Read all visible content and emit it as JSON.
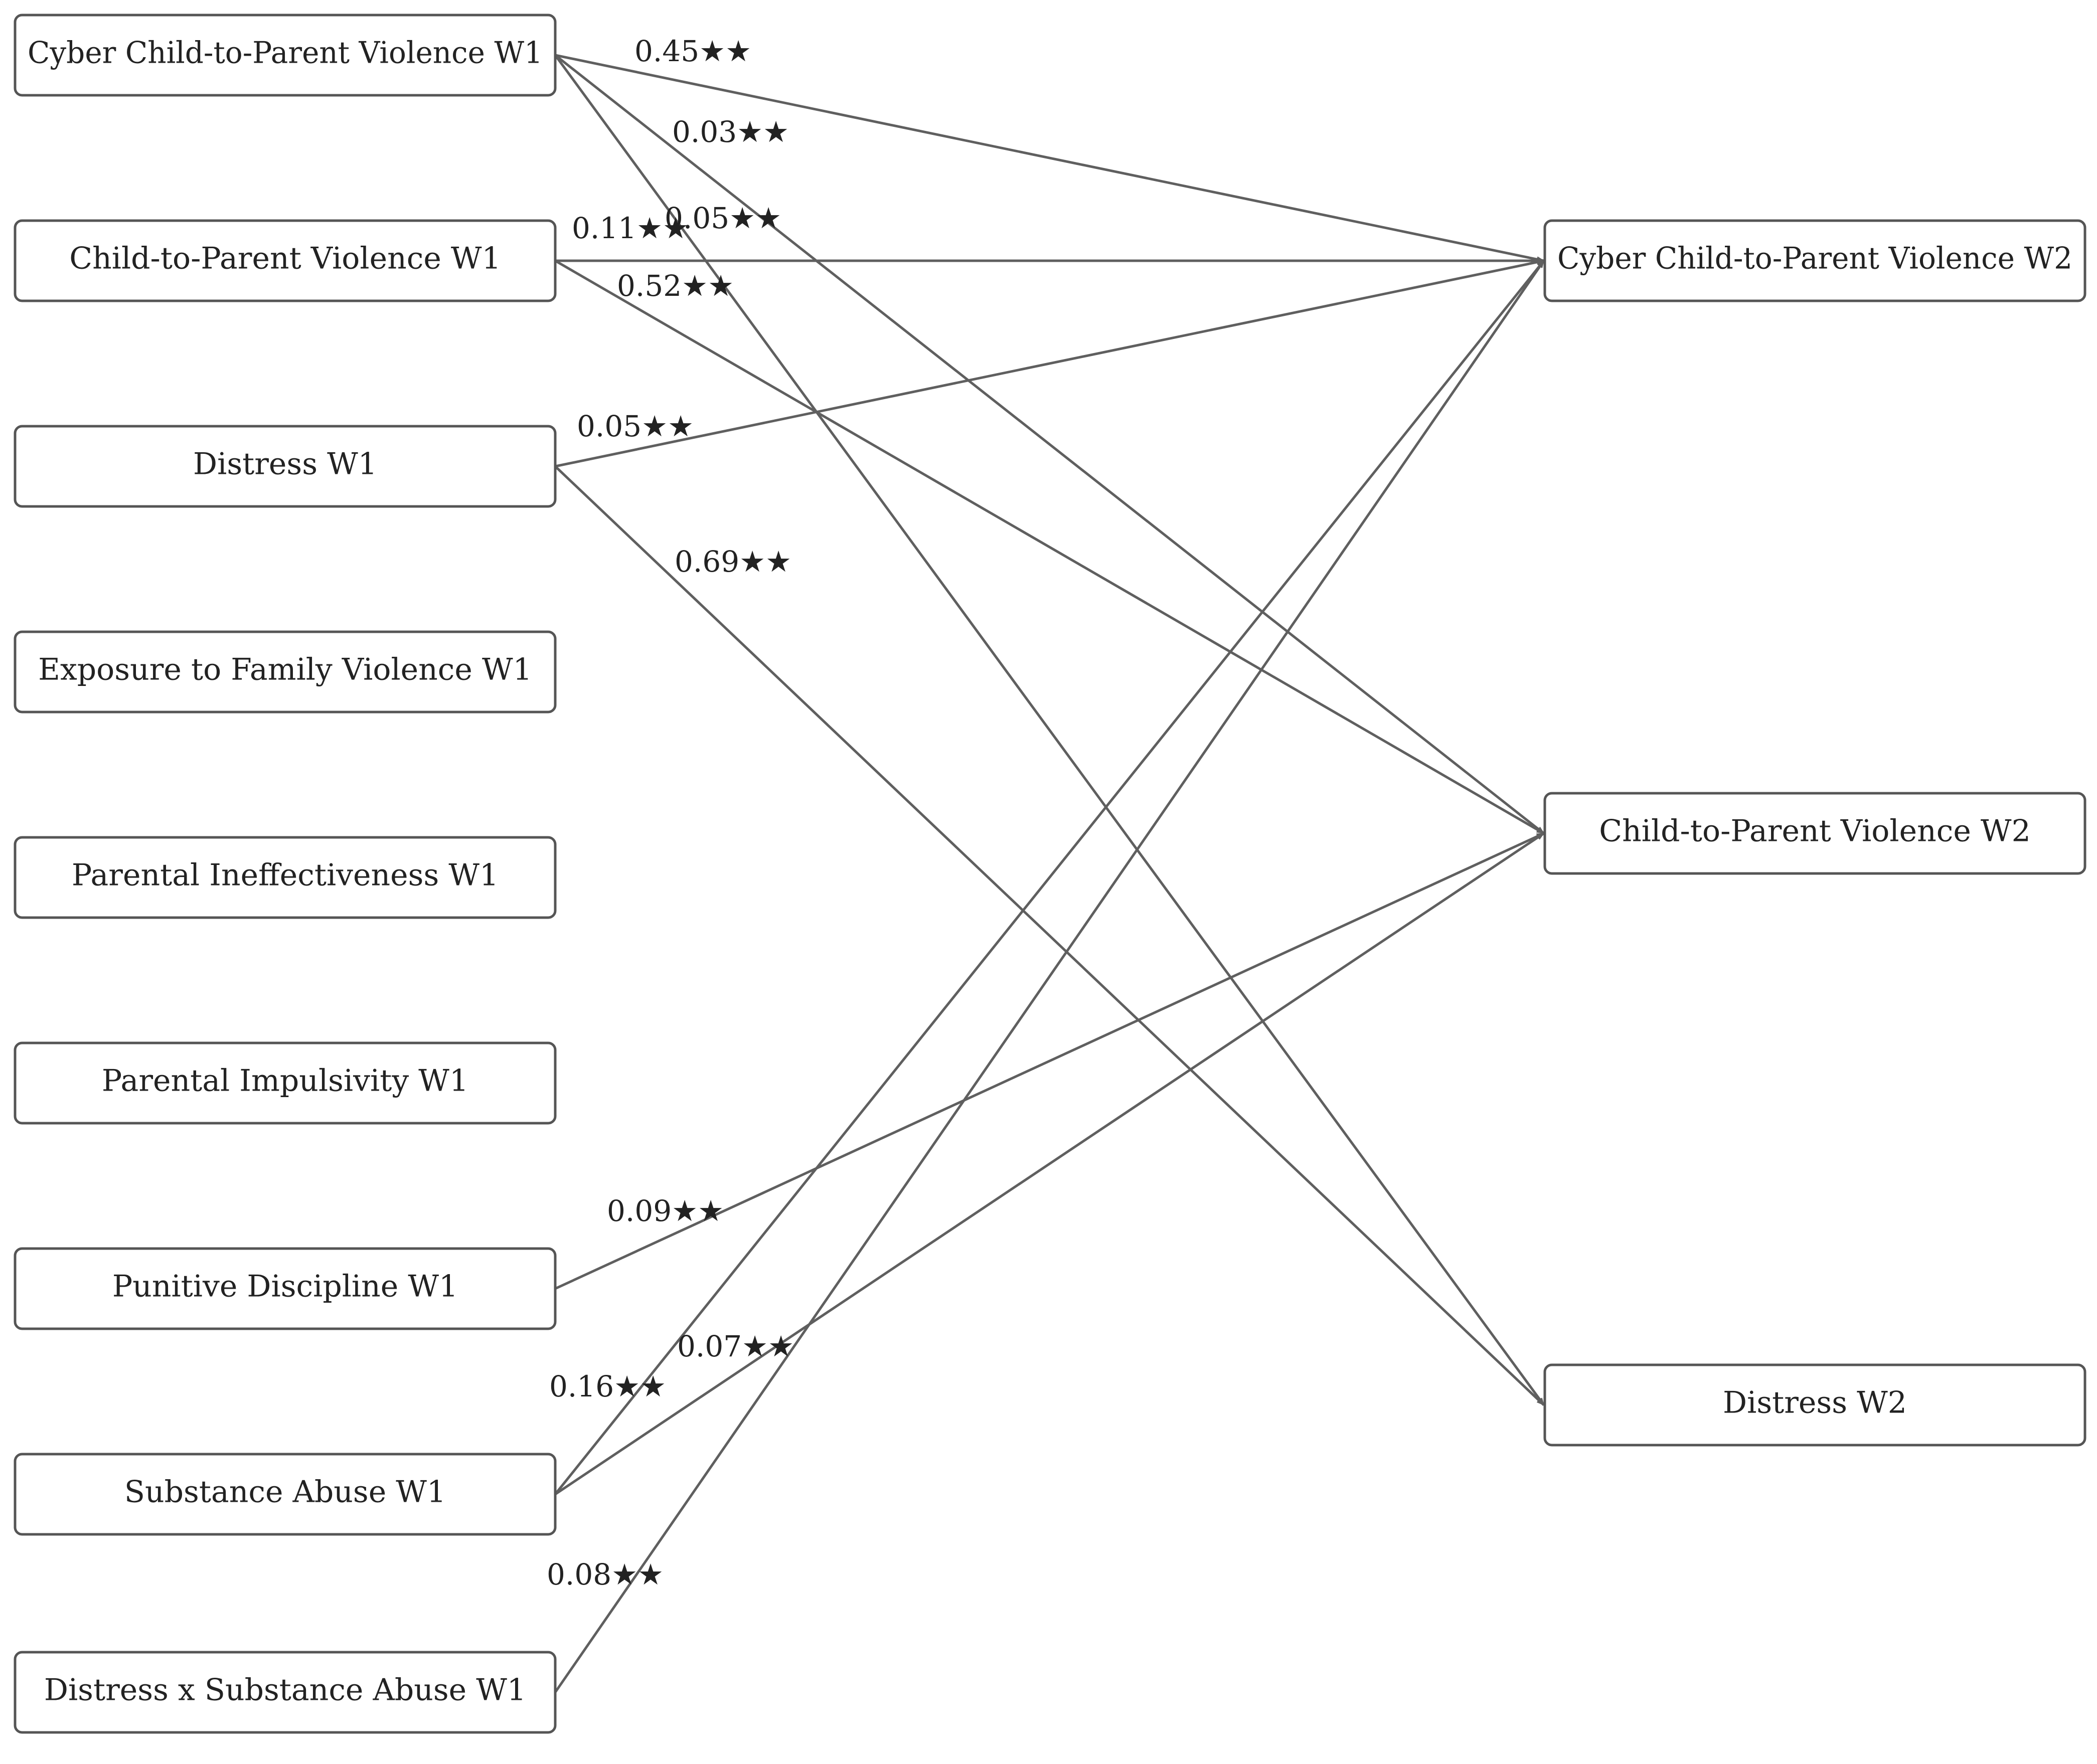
{
  "nodes": [
    {
      "id": "cyber_cpv_w1",
      "label": "Cyber Child-to-Parent Violence W1"
    },
    {
      "id": "cpv_w1",
      "label": "Child-to-Parent Violence W1"
    },
    {
      "id": "distress_w1",
      "label": "Distress W1"
    },
    {
      "id": "exposure_fv_w1",
      "label": "Exposure to Family Violence  W1"
    },
    {
      "id": "parental_ineff_w1",
      "label": "Parental Ineffectiveness W1"
    },
    {
      "id": "parental_impuls_w1",
      "label": "Parental Impulsivity W1"
    },
    {
      "id": "punitive_disc_w1",
      "label": "Punitive Discipline W1"
    },
    {
      "id": "substance_w1",
      "label": "Substance Abuse W1"
    },
    {
      "id": "distress_x_sub_w1",
      "label": "Distress x Substance Abuse W1"
    },
    {
      "id": "cyber_cpv_w2",
      "label": "Cyber Child-to-Parent Violence W2"
    },
    {
      "id": "cpv_w2",
      "label": "Child-to-Parent Violence W2"
    },
    {
      "id": "distress_w2",
      "label": "Distress W2"
    }
  ],
  "edges": [
    {
      "from": "cyber_cpv_w1",
      "to": "cyber_cpv_w2",
      "label": "0.45★★"
    },
    {
      "from": "cyber_cpv_w1",
      "to": "cpv_w2",
      "label": "0.03★★"
    },
    {
      "from": "cyber_cpv_w1",
      "to": "distress_w2",
      "label": "0.05★★"
    },
    {
      "from": "cpv_w1",
      "to": "cyber_cpv_w2",
      "label": "0.11★★"
    },
    {
      "from": "cpv_w1",
      "to": "cpv_w2",
      "label": "0.52★★"
    },
    {
      "from": "distress_w1",
      "to": "cyber_cpv_w2",
      "label": "0.05★★"
    },
    {
      "from": "distress_w1",
      "to": "distress_w2",
      "label": "0.69★★"
    },
    {
      "from": "punitive_disc_w1",
      "to": "cpv_w2",
      "label": "0.09★★"
    },
    {
      "from": "substance_w1",
      "to": "cyber_cpv_w2",
      "label": "0.16★★"
    },
    {
      "from": "substance_w1",
      "to": "cpv_w2",
      "label": "0.07★★"
    },
    {
      "from": "distress_x_sub_w1",
      "to": "cyber_cpv_w2",
      "label": "0.08★★"
    }
  ],
  "colors": {
    "line": "#5f5f5f",
    "box_border": "#555555",
    "text": "#222222"
  }
}
